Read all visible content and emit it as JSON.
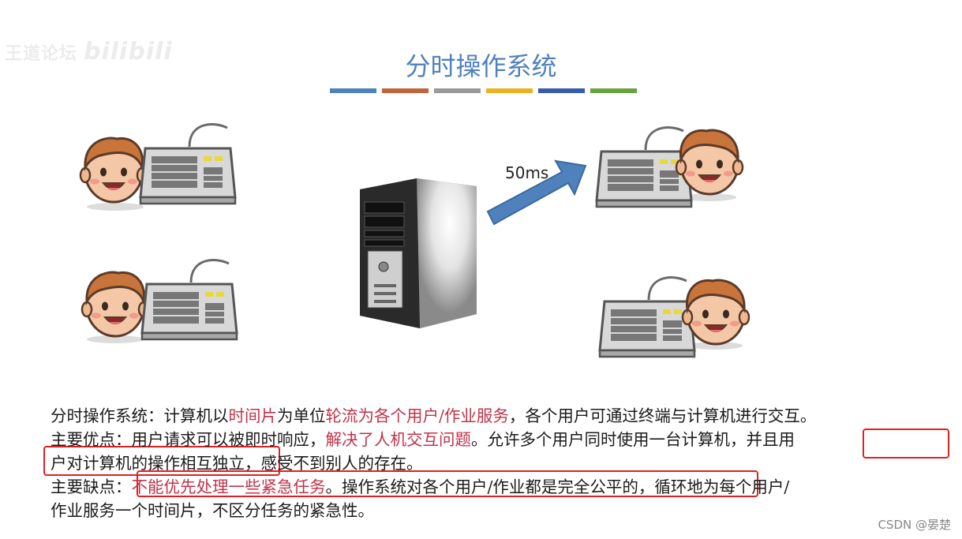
{
  "watermark": {
    "text": "王道论坛",
    "brand": "bilibili"
  },
  "slide": {
    "title": "分时操作系统",
    "title_color": "#4f81bd",
    "bar_colors": [
      "#4f81bd",
      "#c0643e",
      "#9a9a9a",
      "#e9b422",
      "#3a5ba8",
      "#6aa243"
    ],
    "arrow_label": "50ms"
  },
  "text": {
    "line1": {
      "a": "分时操作系统：计算机以",
      "b": "时间片",
      "c": "为单位",
      "d": "轮流为各个用户/作业服务",
      "e": "，各个用户可通过终端与计算机进行交互。"
    },
    "line2": {
      "a": "主要优点：用户请求可以被即时响应，",
      "b": "解决了人机交互问题",
      "c": "。允许多个用户同时使用一台计算机，并且用"
    },
    "line3": {
      "a": "户对计算机的操作相互独立，感受不到别人的存在。"
    },
    "line4": {
      "a": "主要缺点：",
      "b": "不能优先处理一些紧急任务",
      "c": "。操作系统对各个用户/作业都是完全公平的，循环地为每个用户/"
    },
    "line5": {
      "a": "作业服务一个时间片，不区分任务的紧急性。"
    }
  },
  "footer": {
    "credit": "CSDN @晏楚"
  }
}
